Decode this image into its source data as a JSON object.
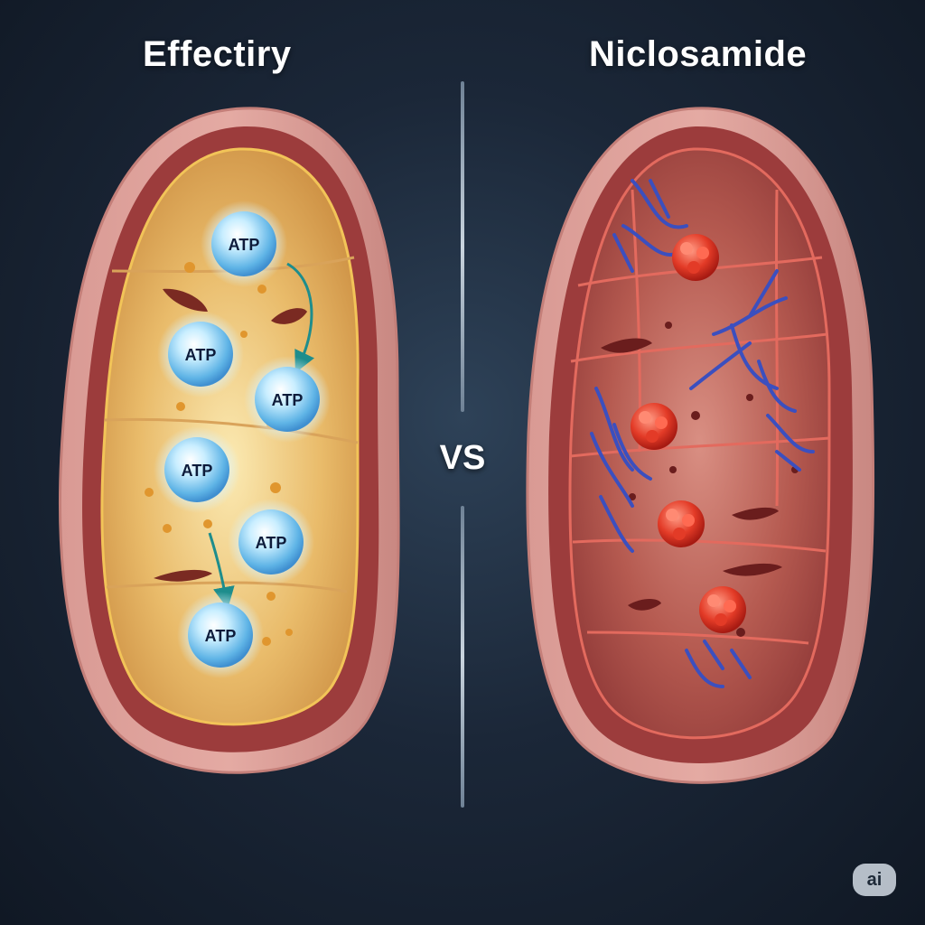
{
  "left_panel": {
    "title": "Effectiry",
    "atp_label": "ATP"
  },
  "right_panel": {
    "title": "Niclosamide"
  },
  "center": {
    "vs_label": "VS"
  },
  "badge": {
    "label": "ai"
  },
  "colors": {
    "background": "#172233",
    "membrane": "#a84a4a",
    "healthy_matrix": "#e8b35f",
    "damaged_matrix": "#b85a52",
    "atp_sphere": "#8fd3f4",
    "damage_network": "#3b4fbf",
    "damage_cluster": "#e23b2c",
    "arrow": "#1e8d8c"
  }
}
